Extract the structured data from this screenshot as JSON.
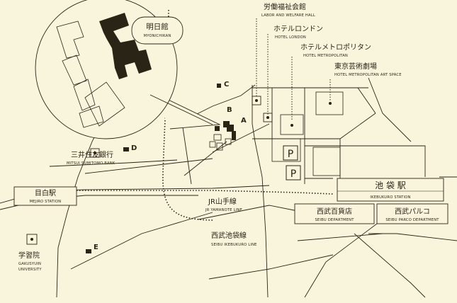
{
  "colors": {
    "background": "#f9f5dd",
    "ink": "#2a2416"
  },
  "inset": {
    "title_jp": "明日館",
    "title_en": "MYONICHIKAN"
  },
  "landmarks": {
    "labor_hall": {
      "jp": "労働福祉会館",
      "en": "LABOR AND WELFARE HALL"
    },
    "hotel_london": {
      "jp": "ホテルロンドン",
      "en": "HOTEL LONDON"
    },
    "hotel_metropolitan": {
      "jp": "ホテルメトロポリタン",
      "en": "HOTEL METROPOLITAN"
    },
    "art_space": {
      "jp": "東京芸術劇場",
      "en": "HOTEL METROPOLITAN ART SPACE"
    },
    "mitsui_bank": {
      "jp": "三井住友銀行",
      "en": "MITSUI SUMITOMO BANK"
    },
    "mejiro": {
      "jp": "目白駅",
      "en": "MEJIRO STATION"
    },
    "gakushuin": {
      "jp": "学習院",
      "en1": "GAKUSYUIN",
      "en2": "UNIVERSITY"
    },
    "ikebukuro": {
      "jp": "池 袋 駅",
      "en": "IKEBUKURO STATION"
    },
    "seibu_dept": {
      "jp": "西武百貨店",
      "en": "SEIBU DEPARTMENT"
    },
    "seibu_parco": {
      "jp": "西武パルコ",
      "en": "SEIBU PARCO DEPARTMENT"
    },
    "jr_line": {
      "jp": "JR山手線",
      "en": "JR YAMANOTE LINE"
    },
    "seibu_line": {
      "jp": "西武池袋線",
      "en": "SEIBU IKEBUKURO LINE"
    }
  },
  "markers": {
    "a": "A",
    "b": "B",
    "c": "C",
    "d": "D",
    "e": "E"
  },
  "parking": {
    "label": "P"
  }
}
